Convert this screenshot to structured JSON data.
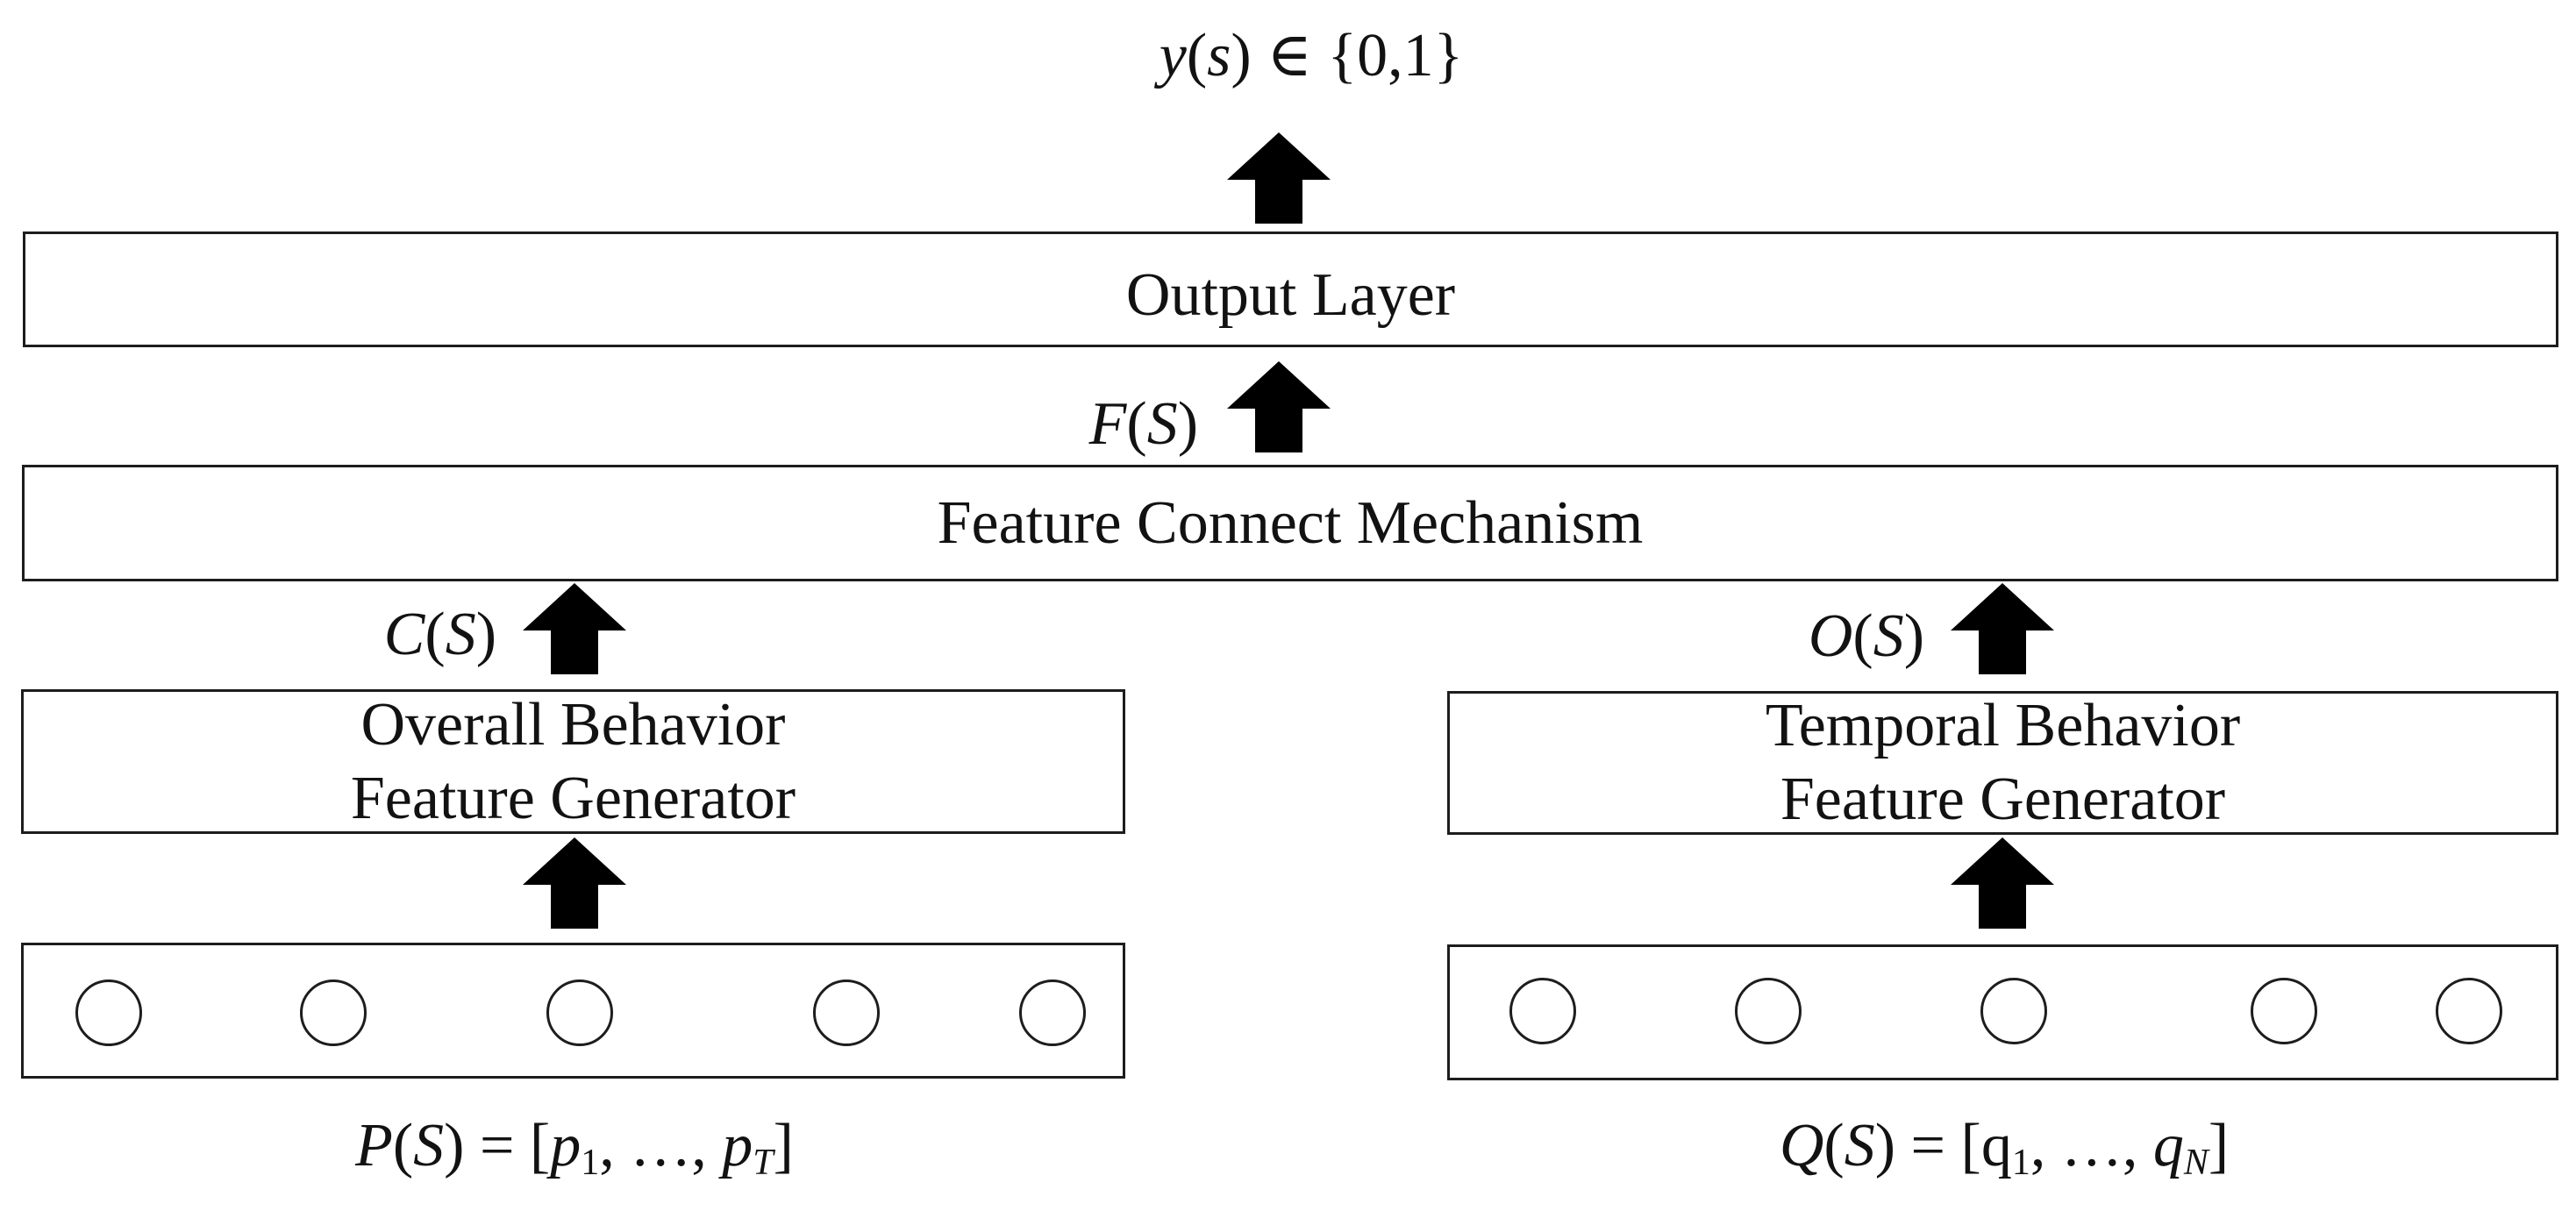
{
  "diagram": {
    "colors": {
      "background": "#ffffff",
      "box_border": "#1d1d1d",
      "arrow_outline": "#3c3c3c",
      "text": "#121212"
    },
    "boxes": {
      "output_layer": {
        "label": "Output Layer"
      },
      "feature_connect": {
        "label": "Feature Connect Mechanism"
      },
      "overall_generator": {
        "line1": "Overall Behavior",
        "line2": "Feature Generator"
      },
      "temporal_generator": {
        "line1": "Temporal Behavior",
        "line2": "Feature Generator"
      }
    },
    "formulas": {
      "output_classes": [
        {
          "t": "y",
          "i": 1
        },
        {
          "t": "("
        },
        {
          "t": "s",
          "i": 1
        },
        {
          "t": ") ∈ {0,1}"
        }
      ],
      "fused_feature": [
        {
          "t": "F",
          "i": 1
        },
        {
          "t": "("
        },
        {
          "t": "S",
          "i": 1
        },
        {
          "t": ")"
        }
      ],
      "overall_feature": [
        {
          "t": "C",
          "i": 1
        },
        {
          "t": "("
        },
        {
          "t": "S",
          "i": 1
        },
        {
          "t": ")"
        }
      ],
      "temporal_feature": [
        {
          "t": "O",
          "i": 1
        },
        {
          "t": "("
        },
        {
          "t": "S",
          "i": 1
        },
        {
          "t": ")"
        }
      ],
      "overall_input": [
        {
          "t": "P",
          "i": 1
        },
        {
          "t": "("
        },
        {
          "t": "S",
          "i": 1
        },
        {
          "t": ") = ["
        },
        {
          "t": "p",
          "i": 1
        },
        {
          "t": "1",
          "s": 1
        },
        {
          "t": ", …, "
        },
        {
          "t": "p",
          "i": 1
        },
        {
          "t": "T",
          "i": 1,
          "s": 1
        },
        {
          "t": "]"
        }
      ],
      "temporal_input": [
        {
          "t": "Q",
          "i": 1
        },
        {
          "t": "("
        },
        {
          "t": "S",
          "i": 1
        },
        {
          "t": ") = ["
        },
        {
          "t": "q"
        },
        {
          "t": "1",
          "s": 1
        },
        {
          "t": ", …, "
        },
        {
          "t": "q",
          "i": 1
        },
        {
          "t": "N",
          "i": 1,
          "s": 1
        },
        {
          "t": "]"
        }
      ]
    },
    "nodes": {
      "left_count": 5,
      "right_count": 5
    }
  }
}
